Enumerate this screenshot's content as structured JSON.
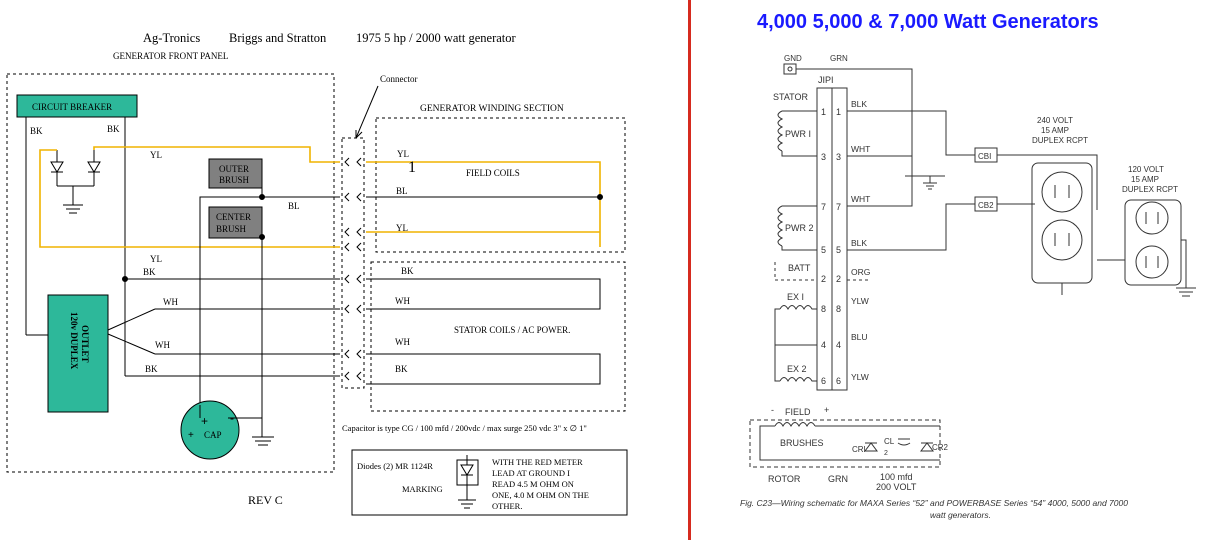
{
  "left": {
    "header": {
      "maker": "Ag-Tronics",
      "brand": "Briggs and Stratton",
      "model": "1975 5 hp / 2000 watt generator",
      "panel": "GENERATOR FRONT PANEL"
    },
    "labels": {
      "connector": "Connector",
      "winding": "GENERATOR WINDING SECTION",
      "field_coils": "FIELD COILS",
      "stator_coils": "STATOR COILS / AC POWER.",
      "circuit_breaker": "CIRCUIT BREAKER",
      "outer_brush_1": "OUTER",
      "outer_brush_2": "BRUSH",
      "center_brush_1": "CENTER",
      "center_brush_2": "BRUSH",
      "outlet_1": "120v DUPLEX",
      "outlet_2": "OUTLET",
      "cap": "CAP",
      "cap_plus": "+",
      "cap_plus2": "+",
      "cap_minus": "-",
      "one_mark": "1",
      "rev": "REV C"
    },
    "wires": {
      "bk1": "BK",
      "bk2": "BK",
      "yl1": "YL",
      "yl2": "YL",
      "bl1": "BL",
      "bl2": "BL",
      "yl3": "YL",
      "yl4": "YL",
      "bk3": "BK",
      "bk4": "BK",
      "wh1": "WH",
      "wh2": "WH",
      "wh3": "WH",
      "wh4": "WH",
      "bk5": "BK",
      "bk6": "BK"
    },
    "notes": {
      "capacitor": "Capacitor is type CG / 100 mfd / 200vdc / max surge 250 vdc  3\" x ∅ 1\"",
      "diodes": "Diodes (2)  MR 1124R",
      "marking": "MARKING",
      "meter_1": "WITH THE RED METER",
      "meter_2": "LEAD AT GROUND I",
      "meter_3": "READ 4.5 M OHM ON",
      "meter_4": "ONE, 4.0 M OHM ON THE",
      "meter_5": "OTHER."
    }
  },
  "right": {
    "title": "4,000 5,000 & 7,000 Watt Generators",
    "labels": {
      "gnd": "GND",
      "grn": "GRN",
      "jipi": "JIPI",
      "stator": "STATOR",
      "pwr1": "PWR I",
      "pwr2": "PWR 2",
      "batt": "BATT",
      "ex1": "EX I",
      "ex2": "EX 2",
      "blk1": "BLK",
      "wht1": "WHT",
      "wht2": "WHT",
      "blk2": "BLK",
      "org": "ORG",
      "ylw1": "YLW",
      "blu": "BLU",
      "ylw2": "YLW",
      "cb1": "CBI",
      "cb2": "CB2",
      "r240_1": "240 VOLT",
      "r240_2": "15 AMP",
      "r240_3": "DUPLEX RCPT",
      "r120_1": "120 VOLT",
      "r120_2": "15 AMP",
      "r120_3": "DUPLEX RCPT",
      "field": "FIELD",
      "brushes": "BRUSHES",
      "minus": "-",
      "plus": "+",
      "cr1": "CRI",
      "cl": "CL",
      "cr2": "CR2",
      "two": "2",
      "rotor": "ROTOR",
      "grn2": "GRN",
      "cap1": "100 mfd",
      "cap2": "200 VOLT",
      "p11a": "1",
      "p11b": "1",
      "p33a": "3",
      "p33b": "3",
      "p77a": "7",
      "p77b": "7",
      "p55a": "5",
      "p55b": "5",
      "p22a": "2",
      "p22b": "2",
      "p88a": "8",
      "p88b": "8",
      "p44a": "4",
      "p44b": "4",
      "p66a": "6",
      "p66b": "6"
    },
    "caption_1": "Fig. C23—Wiring schematic for MAXA Series “52” and POWERBASE Series “54” 4000, 5000 and 7000",
    "caption_2": "watt generators."
  },
  "colors": {
    "yellow_wire": "#f0b400",
    "green_box": "#2db89a",
    "gray_box": "#808080",
    "red_divider": "#d62b1f",
    "title_blue": "#1a1aff"
  }
}
